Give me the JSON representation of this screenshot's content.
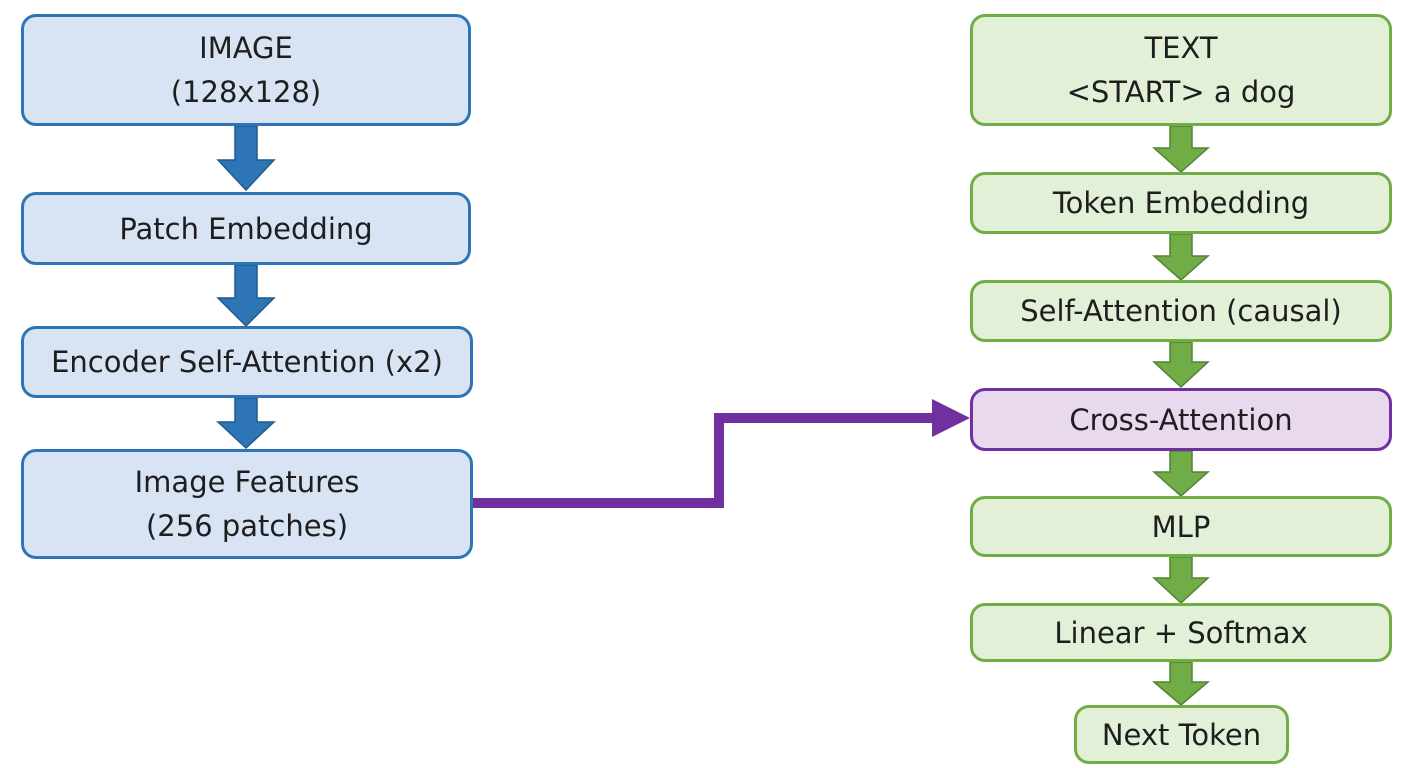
{
  "encoder": {
    "image": {
      "line1": "IMAGE",
      "line2": "(128x128)"
    },
    "patch_embedding": "Patch Embedding",
    "encoder_self_attention": "Encoder Self-Attention (x2)",
    "image_features": {
      "line1": "Image Features",
      "line2": "(256 patches)"
    }
  },
  "decoder": {
    "text": {
      "line1": "TEXT",
      "line2": "<START> a dog"
    },
    "token_embedding": "Token Embedding",
    "self_attention": "Self-Attention (causal)",
    "cross_attention": "Cross-Attention",
    "mlp": "MLP",
    "linear_softmax": "Linear + Softmax",
    "next_token": "Next Token"
  },
  "colors": {
    "encoder_fill": "#d8e3f4",
    "encoder_border": "#2e75b6",
    "decoder_fill": "#e3f0d8",
    "decoder_border": "#70ad47",
    "cross_fill": "#e9d9ee",
    "cross_border": "#7030a0"
  }
}
